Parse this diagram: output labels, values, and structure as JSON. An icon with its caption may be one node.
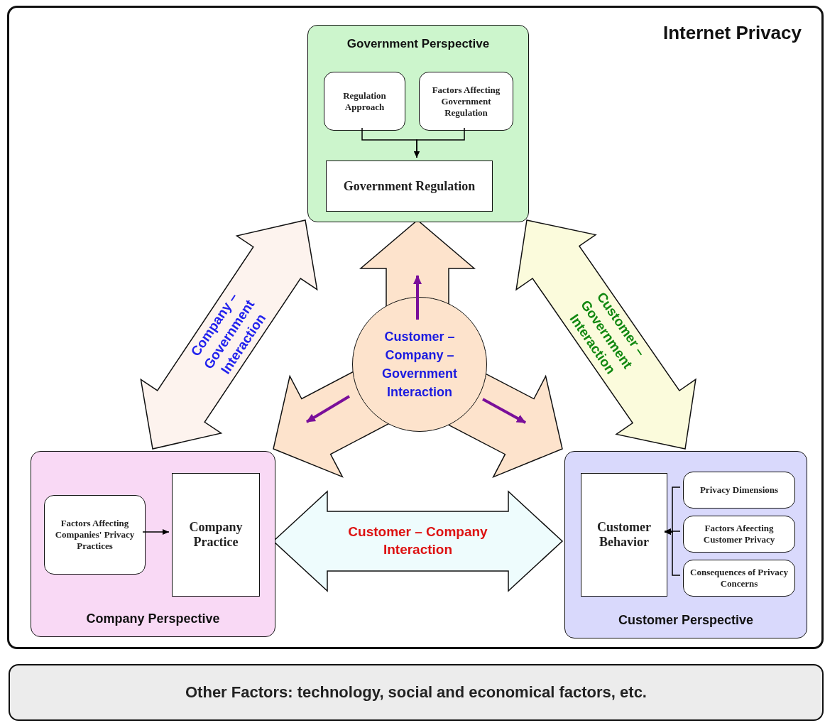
{
  "diagram": {
    "nodes": [
      {
        "text": [
          "Internet Privacy"
        ]
      },
      {
        "text": [
          "Government Perspective"
        ],
        "in": 0
      },
      {
        "text": [
          "Regulation Approach"
        ],
        "in": 1
      },
      {
        "text": [
          "Factors Affecting Government Regulation"
        ],
        "in": 1
      },
      {
        "text": [
          "Government Regulation"
        ],
        "in": 1
      },
      {
        "text": [
          "Customer – Company – Government Interaction"
        ],
        "in": 0
      },
      {
        "text": [
          "Company Perspective"
        ],
        "in": 0
      },
      {
        "text": [
          "Factors Affecting Companies' Privacy Practices"
        ],
        "in": 6
      },
      {
        "text": [
          "Company Practice"
        ],
        "in": 6
      },
      {
        "text": [
          "Customer Perspective"
        ],
        "in": 0
      },
      {
        "text": [
          "Customer Behavior"
        ],
        "in": 9
      },
      {
        "text": [
          "Privacy Dimensions"
        ],
        "in": 9
      },
      {
        "text": [
          "Factors Afeecting Customer Privacy"
        ],
        "in": 9
      },
      {
        "text": [
          "Consequences of Privacy Concerns"
        ],
        "in": 9
      },
      {
        "text": [
          "Other Factors: technology, social and economical factors, etc."
        ]
      }
    ],
    "edges": [
      {
        "from": 2,
        "to": 4,
        "arrow": "to"
      },
      {
        "from": 3,
        "to": 4,
        "arrow": "to"
      },
      {
        "from": 7,
        "to": 8,
        "arrow": "to"
      },
      {
        "from": 11,
        "to": 10,
        "arrow": "to"
      },
      {
        "from": 12,
        "to": 10,
        "arrow": "to"
      },
      {
        "from": 13,
        "to": 10,
        "arrow": "to"
      },
      {
        "from": 6,
        "to": 1,
        "arrow": "both",
        "label": "Company – Government Interaction",
        "style": "thick",
        "color": "#fdf3ee"
      },
      {
        "from": 9,
        "to": 1,
        "arrow": "both",
        "label": "Customer – Government Interaction",
        "style": "thick",
        "color": "#fbfbdc"
      },
      {
        "from": 6,
        "to": 9,
        "arrow": "both",
        "label": "Customer – Company Interaction",
        "style": "thick",
        "color": "#eefcfd"
      },
      {
        "from": 5,
        "to": 1,
        "arrow": "to",
        "style": "thick",
        "color": "#fde3cc"
      },
      {
        "from": 5,
        "to": 6,
        "arrow": "to",
        "style": "thick",
        "color": "#fde3cc"
      },
      {
        "from": 5,
        "to": 9,
        "arrow": "to",
        "style": "thick",
        "color": "#fde3cc"
      }
    ]
  }
}
